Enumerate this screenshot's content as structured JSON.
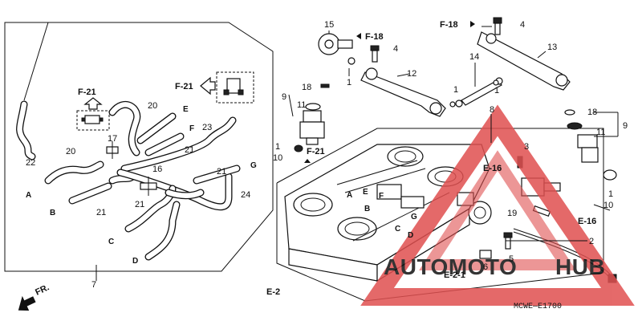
{
  "diagram": {
    "code": "MCWE—E1700",
    "front_mark": "FR.",
    "watermark": {
      "brand": "AUTOMOTOHUB",
      "word1": "AUTOMOTO",
      "word2": "HUB",
      "color": "#e05050",
      "accent": "#ff7a00"
    },
    "ref_labels": {
      "f21_top": "F-21",
      "f21_mid": "F-21",
      "f21_body": "F-21",
      "f18_a": "F-18",
      "f18_b": "F-18",
      "e16_a": "E-16",
      "e16_b": "E-16",
      "e2": "E-2",
      "e21": "E-2-1"
    },
    "part_numbers": {
      "p1a": "1",
      "p1b": "1",
      "p1c": "1",
      "p1d": "1",
      "p1e": "1",
      "p2": "2",
      "p3": "3",
      "p4a": "4",
      "p4b": "4",
      "p5": "5",
      "p6": "6",
      "p7": "7",
      "p8": "8",
      "p9a": "9",
      "p9b": "9",
      "p10a": "10",
      "p10b": "10",
      "p11a": "11",
      "p11b": "11",
      "p12": "12",
      "p13": "13",
      "p14": "14",
      "p15": "15",
      "p16": "16",
      "p17": "17",
      "p18a": "18",
      "p18b": "18",
      "p19": "19",
      "p20a": "20",
      "p20b": "20",
      "p21a": "21",
      "p21b": "21",
      "p21c": "21",
      "p21d": "21",
      "p22": "22",
      "p23": "23",
      "p24": "24"
    },
    "hose_letters": {
      "A": "A",
      "B": "B",
      "C": "C",
      "D": "D",
      "E": "E",
      "F": "F",
      "G": "G",
      "A2": "A",
      "B2": "B",
      "C2": "C",
      "D2": "D",
      "E2": "E",
      "F2": "F",
      "G2": "G"
    }
  }
}
